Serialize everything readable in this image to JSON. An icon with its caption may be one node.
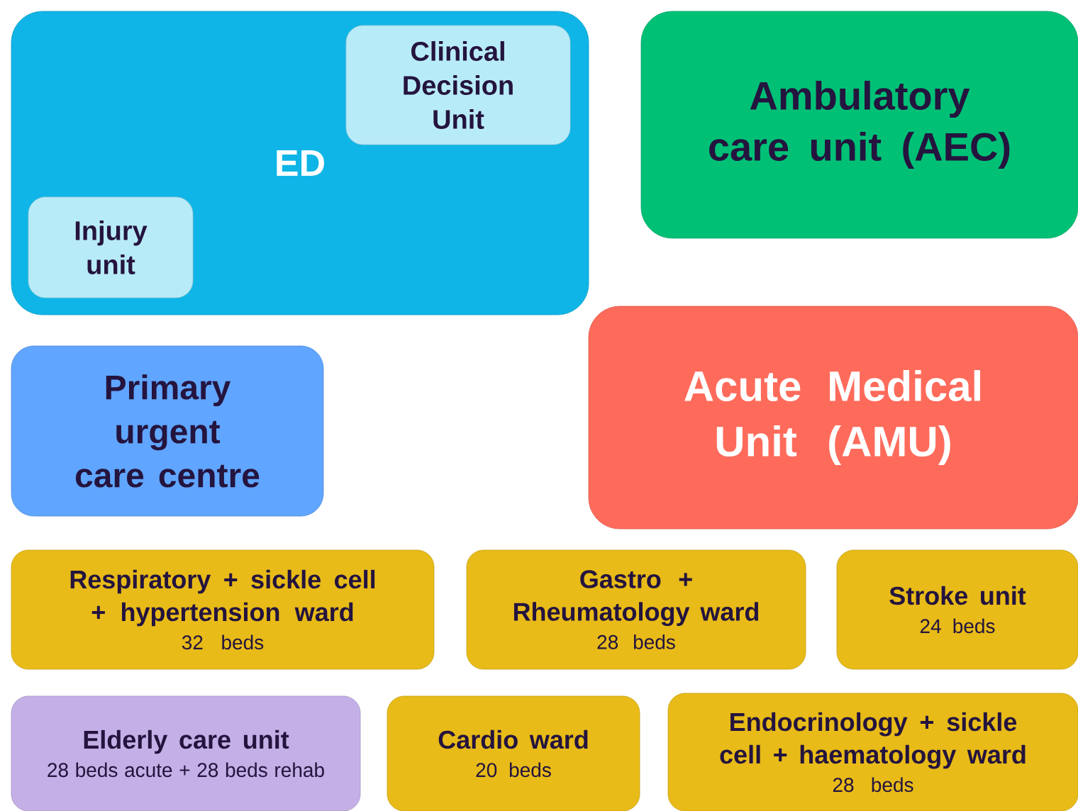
{
  "diagram": {
    "nodes": [
      {
        "text": [
          "ED"
        ]
      },
      {
        "text": [
          "Clinical Decision Unit"
        ],
        "in": 0
      },
      {
        "text": [
          "Injury unit"
        ],
        "in": 0
      },
      {
        "text": [
          "Ambulatory care unit (AEC)"
        ]
      },
      {
        "text": [
          "Primary urgent care centre"
        ]
      },
      {
        "text": [
          "Acute Medical Unit (AMU)"
        ]
      },
      {
        "text": [
          "Respiratory + sickle cell + hypertension ward",
          "32 beds"
        ]
      },
      {
        "text": [
          "Gastro + Rheumatology ward",
          "28 beds"
        ]
      },
      {
        "text": [
          "Stroke unit",
          "24 beds"
        ]
      },
      {
        "text": [
          "Elderly care unit",
          "28 beds acute + 28 beds rehab"
        ]
      },
      {
        "text": [
          "Cardio ward",
          "20 beds"
        ]
      },
      {
        "text": [
          "Endocrinology + sickle cell + haematology ward",
          "28 beds"
        ]
      }
    ]
  }
}
